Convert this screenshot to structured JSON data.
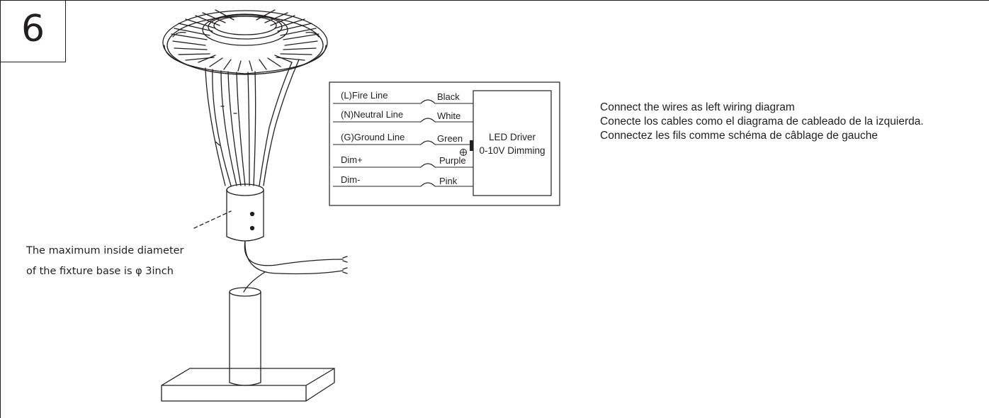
{
  "step": {
    "number": "6"
  },
  "wiring": {
    "inputs": [
      {
        "line": "(L)Fire Line",
        "color": "Black"
      },
      {
        "line": "(N)Neutral Line",
        "color": "White"
      },
      {
        "line": "(G)Ground Line",
        "color": "Green"
      },
      {
        "line": "Dim+",
        "color": "Purple"
      },
      {
        "line": "Dim-",
        "color": "Pink"
      }
    ],
    "driver_title": "LED Driver",
    "driver_subtitle": "0-10V Dimming"
  },
  "caption": {
    "line1": "The maximum inside diameter",
    "line2": "of the fixture base is φ 3inch"
  },
  "instructions": {
    "en": "Connect the wires as left wiring diagram",
    "es": "Conecte los cables como el diagrama de cableado de la izquierda.",
    "fr": "Connectez les fils comme schéma de câblage de gauche"
  }
}
